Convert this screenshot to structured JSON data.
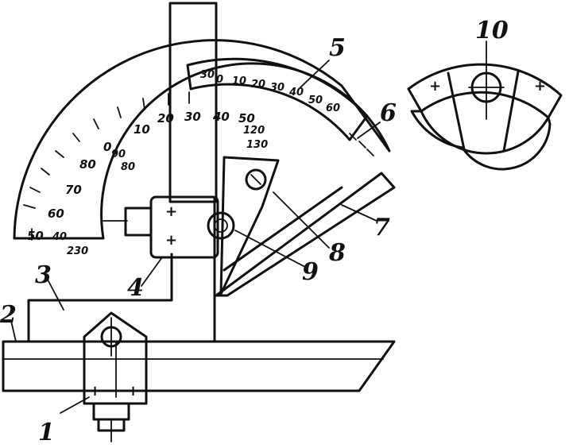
{
  "callouts": [
    "1",
    "2",
    "3",
    "4",
    "5",
    "6",
    "7",
    "8",
    "9",
    "10"
  ],
  "main_scale": {
    "upper_row": [
      "50",
      "60",
      "70",
      "80",
      "0",
      "10",
      "20",
      "30",
      "40",
      "50"
    ],
    "lower_row": [
      "40",
      "230",
      "90",
      "80"
    ]
  },
  "vernier_scale": {
    "upper_row": [
      "30",
      "0",
      "10",
      "20",
      "30",
      "40",
      "50",
      "60"
    ],
    "lower_row": [
      "120",
      "130"
    ]
  },
  "symbols": {
    "plus": "+"
  },
  "icons": [
    "screw-icon",
    "crosshair-icon"
  ],
  "colors": {
    "ink": "#111111",
    "background": "#ffffff"
  }
}
